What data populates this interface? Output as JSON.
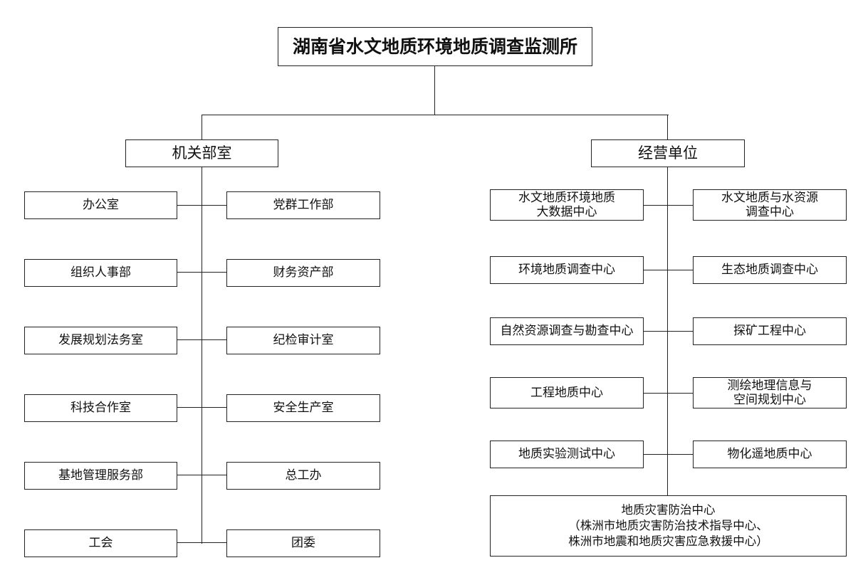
{
  "title": "湖南省水文地质环境地质调查监测所",
  "left_branch": {
    "label": "机关部室",
    "rows": [
      {
        "left": "办公室",
        "right": "党群工作部"
      },
      {
        "left": "组织人事部",
        "right": "财务资产部"
      },
      {
        "left": "发展规划法务室",
        "right": "纪检审计室"
      },
      {
        "left": "科技合作室",
        "right": "安全生产室"
      },
      {
        "left": "基地管理服务部",
        "right": "总工办"
      },
      {
        "left": "工会",
        "right": "团委"
      }
    ]
  },
  "right_branch": {
    "label": "经营单位",
    "rows": [
      {
        "left": "水文地质环境地质\n大数据中心",
        "right": "水文地质与水资源\n调查中心"
      },
      {
        "left": "环境地质调查中心",
        "right": "生态地质调查中心"
      },
      {
        "left": "自然资源调查与勘查中心",
        "right": "探矿工程中心"
      },
      {
        "left": "工程地质中心",
        "right": "测绘地理信息与\n空间规划中心"
      },
      {
        "left": "地质实验测试中心",
        "right": "物化遥地质中心"
      }
    ],
    "bottom": "地质灾害防治中心\n（株洲市地质灾害防治技术指导中心、\n株洲市地震和地质灾害应急救援中心）"
  }
}
